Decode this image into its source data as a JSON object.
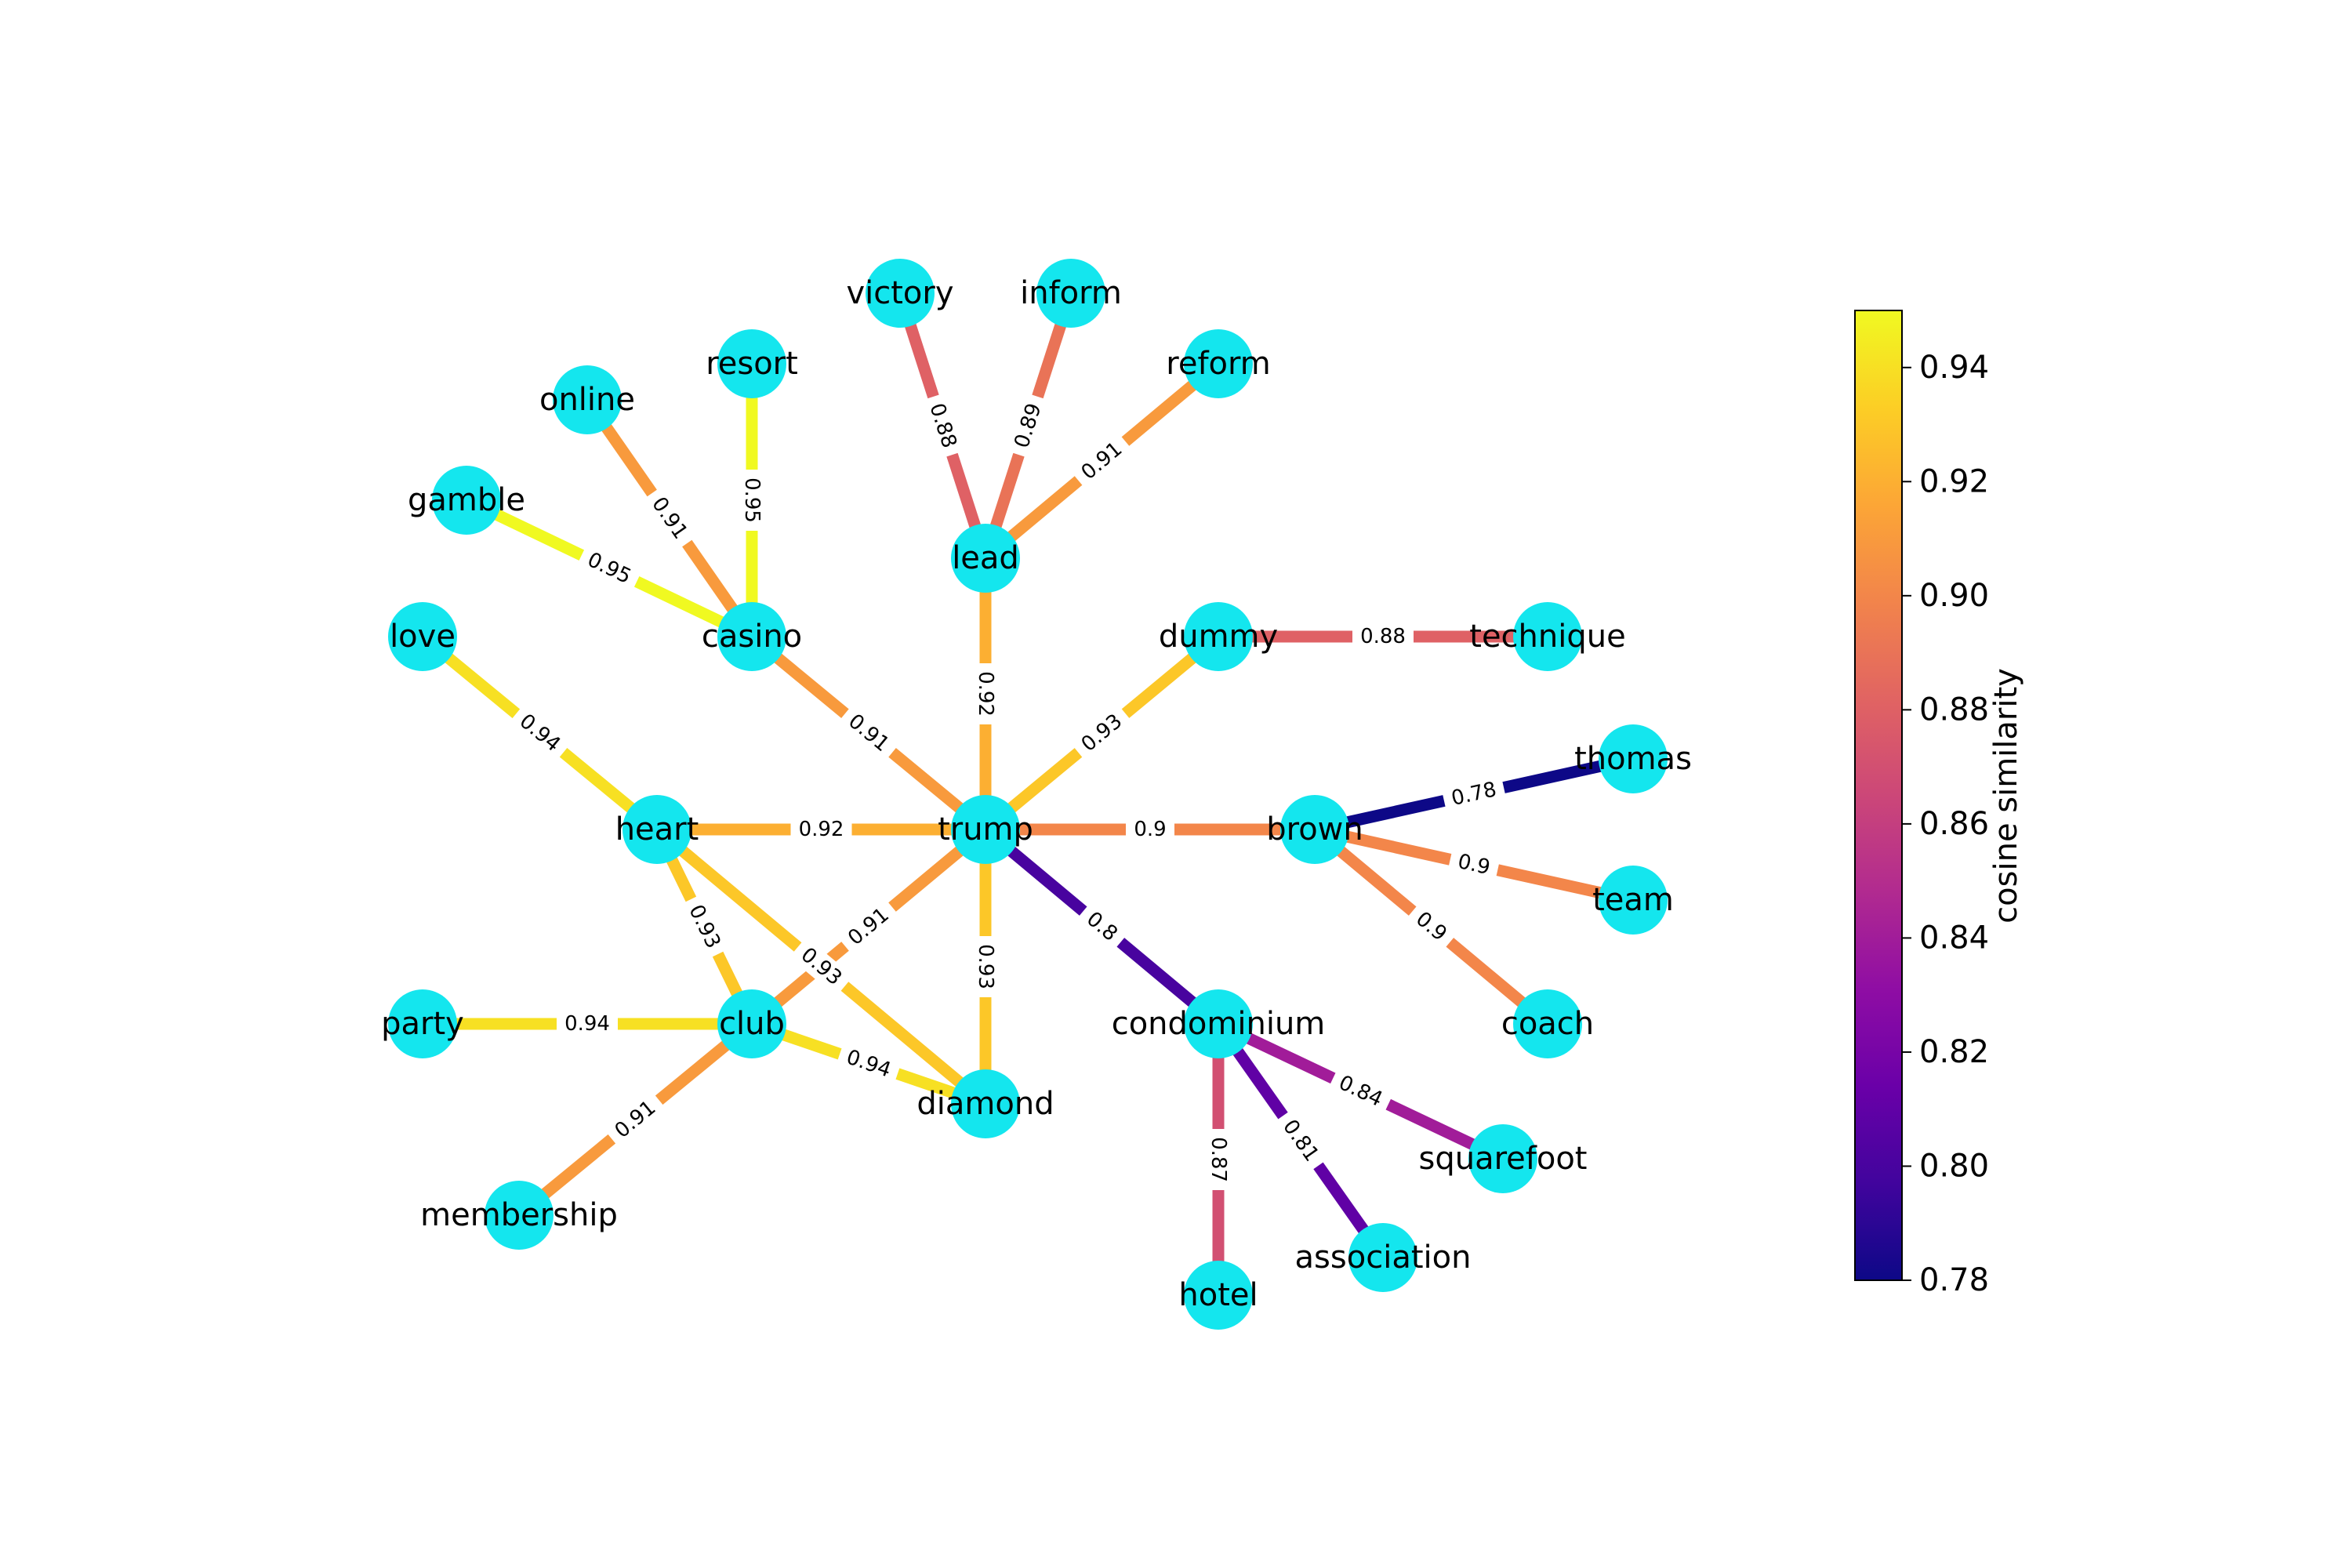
{
  "graph": {
    "node_color": "#14e6ee",
    "nodes": [
      {
        "id": "trump",
        "label": "trump"
      },
      {
        "id": "lead",
        "label": "lead"
      },
      {
        "id": "victory",
        "label": "victory"
      },
      {
        "id": "inform",
        "label": "inform"
      },
      {
        "id": "reform",
        "label": "reform"
      },
      {
        "id": "casino",
        "label": "casino"
      },
      {
        "id": "resort",
        "label": "resort"
      },
      {
        "id": "online",
        "label": "online"
      },
      {
        "id": "gamble",
        "label": "gamble"
      },
      {
        "id": "love",
        "label": "love"
      },
      {
        "id": "heart",
        "label": "heart"
      },
      {
        "id": "dummy",
        "label": "dummy"
      },
      {
        "id": "technique",
        "label": "technique"
      },
      {
        "id": "brown",
        "label": "brown"
      },
      {
        "id": "thomas",
        "label": "thomas"
      },
      {
        "id": "team",
        "label": "team"
      },
      {
        "id": "coach",
        "label": "coach"
      },
      {
        "id": "club",
        "label": "club"
      },
      {
        "id": "party",
        "label": "party"
      },
      {
        "id": "membership",
        "label": "membership"
      },
      {
        "id": "diamond",
        "label": "diamond"
      },
      {
        "id": "condominium",
        "label": "condominium"
      },
      {
        "id": "squarefoot",
        "label": "squarefoot"
      },
      {
        "id": "association",
        "label": "association"
      },
      {
        "id": "hotel",
        "label": "hotel"
      }
    ],
    "edges": [
      {
        "source": "victory",
        "target": "lead",
        "weight": 0.88,
        "label": "0.88"
      },
      {
        "source": "inform",
        "target": "lead",
        "weight": 0.89,
        "label": "0.89"
      },
      {
        "source": "reform",
        "target": "lead",
        "weight": 0.91,
        "label": "0.91"
      },
      {
        "source": "resort",
        "target": "casino",
        "weight": 0.95,
        "label": "0.95"
      },
      {
        "source": "online",
        "target": "casino",
        "weight": 0.91,
        "label": "0.91"
      },
      {
        "source": "gamble",
        "target": "casino",
        "weight": 0.95,
        "label": "0.95"
      },
      {
        "source": "lead",
        "target": "trump",
        "weight": 0.92,
        "label": "0.92"
      },
      {
        "source": "casino",
        "target": "trump",
        "weight": 0.91,
        "label": "0.91"
      },
      {
        "source": "dummy",
        "target": "trump",
        "weight": 0.93,
        "label": "0.93"
      },
      {
        "source": "dummy",
        "target": "technique",
        "weight": 0.88,
        "label": "0.88"
      },
      {
        "source": "love",
        "target": "heart",
        "weight": 0.94,
        "label": "0.94"
      },
      {
        "source": "heart",
        "target": "trump",
        "weight": 0.92,
        "label": "0.92"
      },
      {
        "source": "trump",
        "target": "brown",
        "weight": 0.9,
        "label": "0.9"
      },
      {
        "source": "brown",
        "target": "thomas",
        "weight": 0.78,
        "label": "0.78"
      },
      {
        "source": "brown",
        "target": "team",
        "weight": 0.9,
        "label": "0.9"
      },
      {
        "source": "brown",
        "target": "coach",
        "weight": 0.9,
        "label": "0.9"
      },
      {
        "source": "heart",
        "target": "club",
        "weight": 0.93,
        "label": "0.93"
      },
      {
        "source": "heart",
        "target": "diamond",
        "weight": 0.93,
        "label": "0.93"
      },
      {
        "source": "trump",
        "target": "club",
        "weight": 0.91,
        "label": "0.91"
      },
      {
        "source": "trump",
        "target": "diamond",
        "weight": 0.93,
        "label": "0.93"
      },
      {
        "source": "trump",
        "target": "condominium",
        "weight": 0.8,
        "label": "0.8"
      },
      {
        "source": "party",
        "target": "club",
        "weight": 0.94,
        "label": "0.94"
      },
      {
        "source": "club",
        "target": "diamond",
        "weight": 0.94,
        "label": "0.94"
      },
      {
        "source": "club",
        "target": "membership",
        "weight": 0.91,
        "label": "0.91"
      },
      {
        "source": "condominium",
        "target": "squarefoot",
        "weight": 0.84,
        "label": "0.84"
      },
      {
        "source": "condominium",
        "target": "association",
        "weight": 0.81,
        "label": "0.81"
      },
      {
        "source": "condominium",
        "target": "hotel",
        "weight": 0.87,
        "label": "0.87"
      }
    ]
  },
  "colorbar": {
    "label": "cosine similarity",
    "colormap": "plasma",
    "min": 0.78,
    "max": 0.95,
    "ticks": [
      {
        "value": 0.78,
        "label": "0.78"
      },
      {
        "value": 0.8,
        "label": "0.80"
      },
      {
        "value": 0.82,
        "label": "0.82"
      },
      {
        "value": 0.84,
        "label": "0.84"
      },
      {
        "value": 0.86,
        "label": "0.86"
      },
      {
        "value": 0.88,
        "label": "0.88"
      },
      {
        "value": 0.9,
        "label": "0.90"
      },
      {
        "value": 0.92,
        "label": "0.92"
      },
      {
        "value": 0.94,
        "label": "0.94"
      }
    ]
  }
}
